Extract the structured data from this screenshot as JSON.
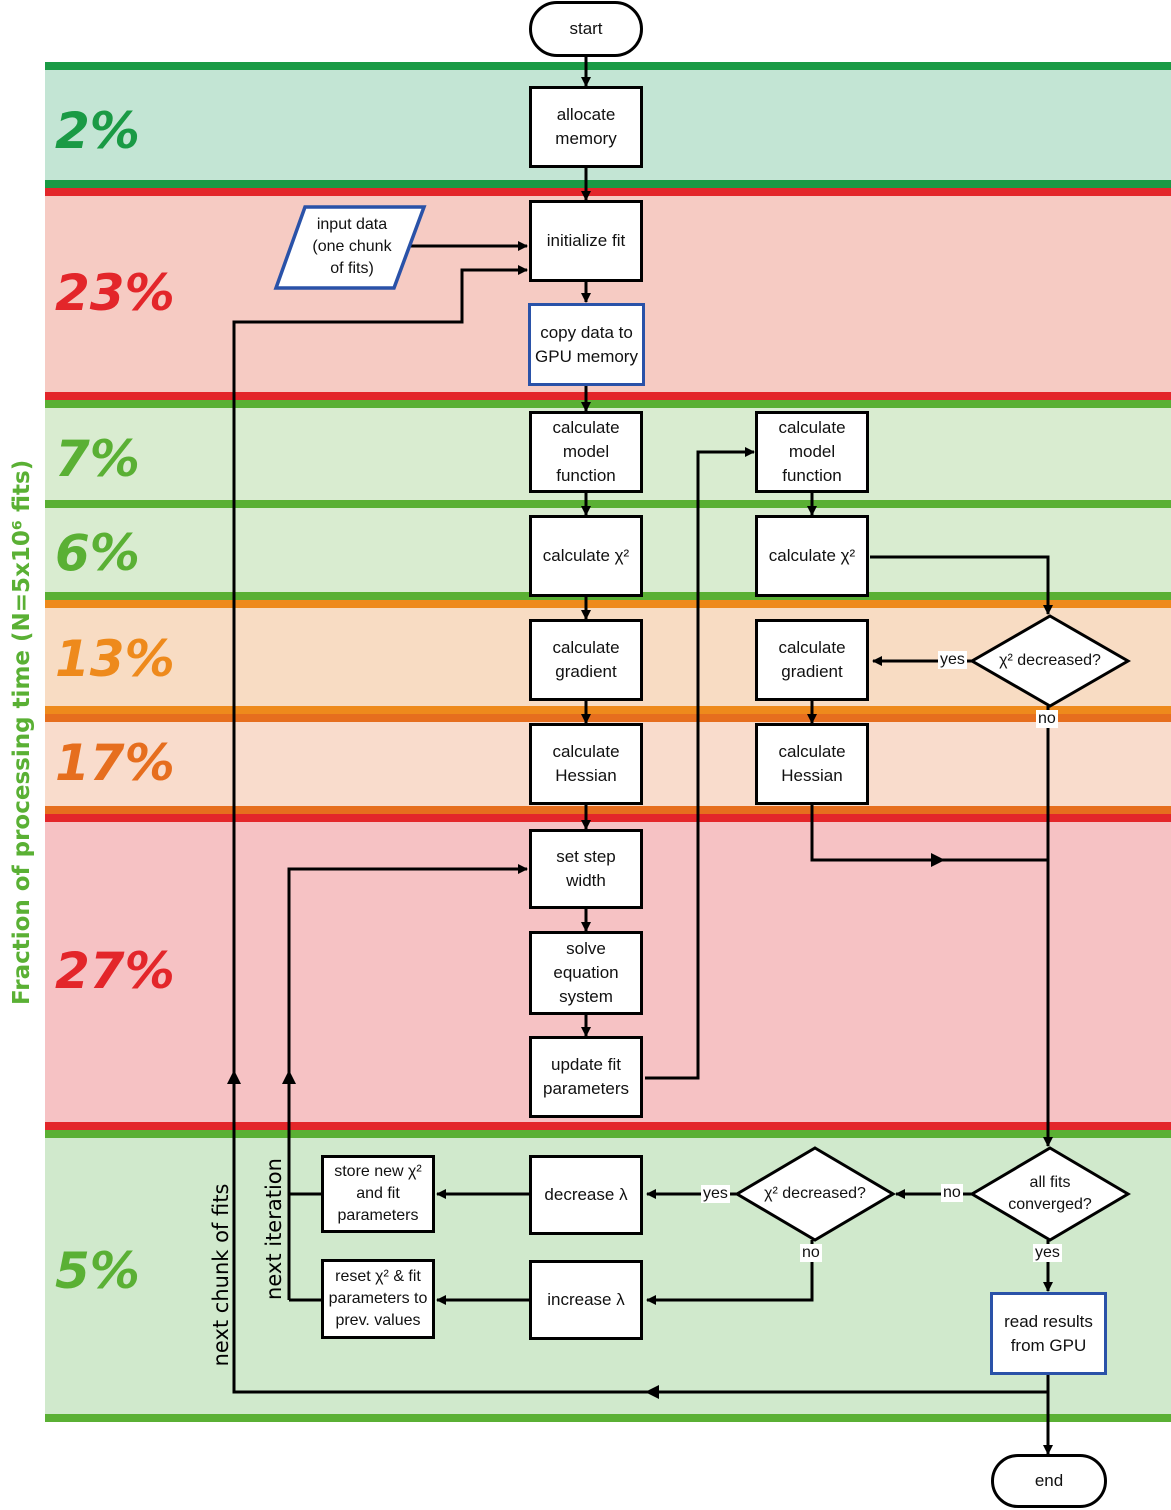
{
  "axis_label": "Fraction of processing time (N=5x10⁶ fits)",
  "colors": {
    "green_dark": "#1a9a45",
    "green": "#5ab034",
    "red": "#e3262a",
    "orange": "#ee8a1c",
    "orange_dark": "#e66e1e",
    "blue": "#2a52a8"
  },
  "bands": [
    {
      "pct": "2%"
    },
    {
      "pct": "23%"
    },
    {
      "pct": "7%"
    },
    {
      "pct": "6%"
    },
    {
      "pct": "13%"
    },
    {
      "pct": "17%"
    },
    {
      "pct": "27%"
    },
    {
      "pct": "5%"
    }
  ],
  "terminals": {
    "start": "start",
    "end": "end"
  },
  "nodes": {
    "allocate": "allocate\nmemory",
    "input": "input data\n(one chunk\nof fits)",
    "init": "initialize fit",
    "copy": "copy data to\nGPU memory",
    "model1": "calculate\nmodel\nfunction",
    "chi1": "calculate χ²",
    "grad1": "calculate\ngradient",
    "hess1": "calculate\nHessian",
    "step": "set step\nwidth",
    "solve": "solve\nequation\nsystem",
    "update": "update fit\nparameters",
    "model2": "calculate\nmodel\nfunction",
    "chi2": "calculate χ²",
    "grad2": "calculate\ngradient",
    "hess2": "calculate\nHessian",
    "dec_right": "χ² decreased?",
    "converged": "all fits\nconverged?",
    "dec_mid": "χ² decreased?",
    "decrease": "decrease λ",
    "increase": "increase λ",
    "store": "store new χ²\nand fit\nparameters",
    "reset": "reset  χ² & fit\nparameters to\nprev.  values",
    "read": "read results\nfrom GPU"
  },
  "labels": {
    "yes": "yes",
    "no": "no",
    "next_iteration": "next iteration",
    "next_chunk": "next chunk of fits"
  }
}
